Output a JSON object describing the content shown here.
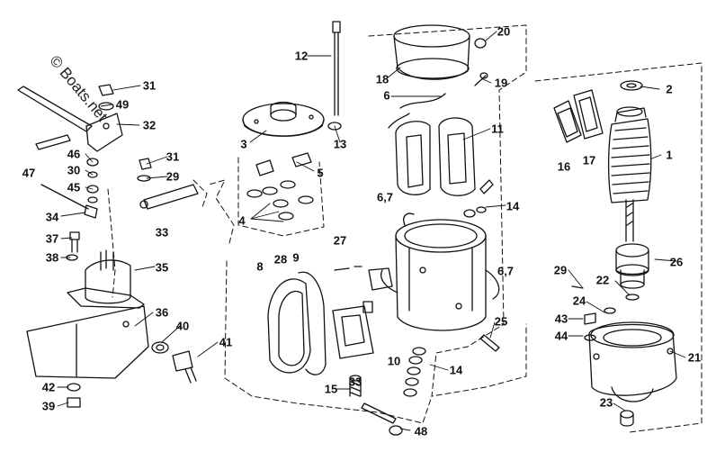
{
  "watermark": {
    "text": "© Boats.net"
  },
  "colors": {
    "ink": "#111111",
    "paper": "#ffffff",
    "watermark_faint": "#d8d8d8"
  },
  "callouts": [
    {
      "key": "c1",
      "text": "1"
    },
    {
      "key": "c2",
      "text": "2"
    },
    {
      "key": "c3",
      "text": "3"
    },
    {
      "key": "c4",
      "text": "4"
    },
    {
      "key": "c5",
      "text": "5"
    },
    {
      "key": "c6a",
      "text": "6"
    },
    {
      "key": "c67a",
      "text": "6,7"
    },
    {
      "key": "c67b",
      "text": "6,7"
    },
    {
      "key": "c8",
      "text": "8"
    },
    {
      "key": "c9",
      "text": "9"
    },
    {
      "key": "c10",
      "text": "10"
    },
    {
      "key": "c11",
      "text": "11"
    },
    {
      "key": "c12",
      "text": "12"
    },
    {
      "key": "c13",
      "text": "13"
    },
    {
      "key": "c14a",
      "text": "14"
    },
    {
      "key": "c14b",
      "text": "14"
    },
    {
      "key": "c15",
      "text": "15"
    },
    {
      "key": "c16",
      "text": "16"
    },
    {
      "key": "c17",
      "text": "17"
    },
    {
      "key": "c18",
      "text": "18"
    },
    {
      "key": "c19",
      "text": "19"
    },
    {
      "key": "c20",
      "text": "20"
    },
    {
      "key": "c21",
      "text": "21"
    },
    {
      "key": "c22",
      "text": "22"
    },
    {
      "key": "c23",
      "text": "23"
    },
    {
      "key": "c24",
      "text": "24"
    },
    {
      "key": "c25",
      "text": "25"
    },
    {
      "key": "c26",
      "text": "26"
    },
    {
      "key": "c27",
      "text": "27"
    },
    {
      "key": "c28",
      "text": "28"
    },
    {
      "key": "c29a",
      "text": "29"
    },
    {
      "key": "c29b",
      "text": "29"
    },
    {
      "key": "c30",
      "text": "30"
    },
    {
      "key": "c31a",
      "text": "31"
    },
    {
      "key": "c31b",
      "text": "31"
    },
    {
      "key": "c32",
      "text": "32"
    },
    {
      "key": "c33a",
      "text": "33"
    },
    {
      "key": "c33b",
      "text": "33"
    },
    {
      "key": "c34",
      "text": "34"
    },
    {
      "key": "c35",
      "text": "35"
    },
    {
      "key": "c36",
      "text": "36"
    },
    {
      "key": "c37",
      "text": "37"
    },
    {
      "key": "c38",
      "text": "38"
    },
    {
      "key": "c39",
      "text": "39"
    },
    {
      "key": "c40",
      "text": "40"
    },
    {
      "key": "c41",
      "text": "41"
    },
    {
      "key": "c42",
      "text": "42"
    },
    {
      "key": "c43",
      "text": "43"
    },
    {
      "key": "c44",
      "text": "44"
    },
    {
      "key": "c45",
      "text": "45"
    },
    {
      "key": "c46",
      "text": "46"
    },
    {
      "key": "c47",
      "text": "47"
    },
    {
      "key": "c48",
      "text": "48"
    },
    {
      "key": "c49",
      "text": "49"
    }
  ]
}
